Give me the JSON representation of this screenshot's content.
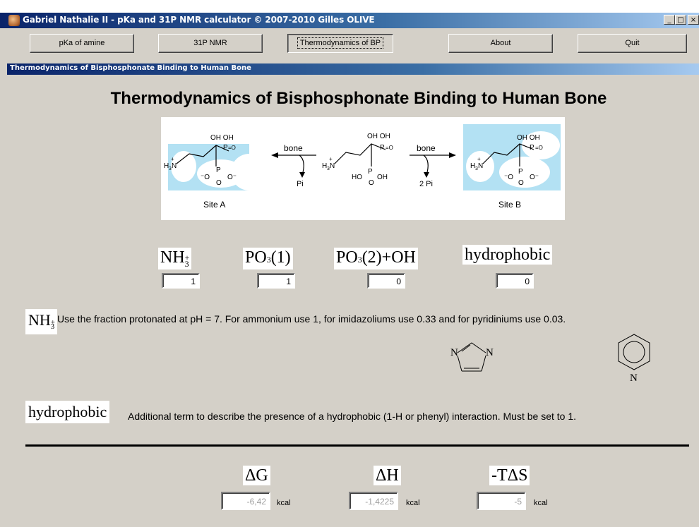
{
  "window": {
    "title": "Gabriel Nathalie II - pKa and 31P NMR calculator © 2007-2010 Gilles OLIVE",
    "controls": {
      "minimize": "_",
      "maximize": "□",
      "close": "×"
    }
  },
  "nav": {
    "buttons": [
      "pKa of amine",
      "31P NMR",
      "Thermodynamics of BP",
      "About",
      "Quit"
    ],
    "active": "Thermodynamics of BP"
  },
  "panel": {
    "header": "Thermodynamics of Bisphosphonate Binding to Human Bone",
    "title": "Thermodynamics of Bisphosphonate Binding to Human Bone"
  },
  "scheme": {
    "site_a": "Site A",
    "site_b": "Site B",
    "bone_left": "bone",
    "bone_right": "bone",
    "pi_left": "Pi",
    "pi_right": "2 Pi",
    "colors": {
      "site": "#b3e1f3"
    }
  },
  "inputs": {
    "nh3": {
      "label": "NH",
      "sub": "3",
      "sup": "+",
      "value": "1"
    },
    "po3_1": {
      "label": "PO",
      "sub": "3",
      "suffix": "(1)",
      "value": "1"
    },
    "po3_2": {
      "label": "PO",
      "sub": "3",
      "suffix": "(2)+OH",
      "value": "0"
    },
    "hydrophobic": {
      "label": "hydrophobic",
      "value": "0"
    }
  },
  "notes": {
    "nh3_text": "Use the fraction protonated at pH = 7. For ammonium use 1, for imidazoliums use 0.33 and for pyridiniums use 0.03.",
    "hydrophobic_label": "hydrophobic",
    "hydrophobic_text": "Additional term to describe the presence of a hydrophobic (1-H or phenyl) interaction. Must be set to 1.",
    "imidazole_n1": "N",
    "imidazole_n2": "N",
    "pyridine_n": "N"
  },
  "results": {
    "dg": {
      "label": "ΔG",
      "value": "-6,42",
      "unit": "kcal"
    },
    "dh": {
      "label": "ΔH",
      "value": "-1,4225",
      "unit": "kcal"
    },
    "tds": {
      "label": "-TΔS",
      "value": "-5",
      "unit": "kcal"
    }
  }
}
